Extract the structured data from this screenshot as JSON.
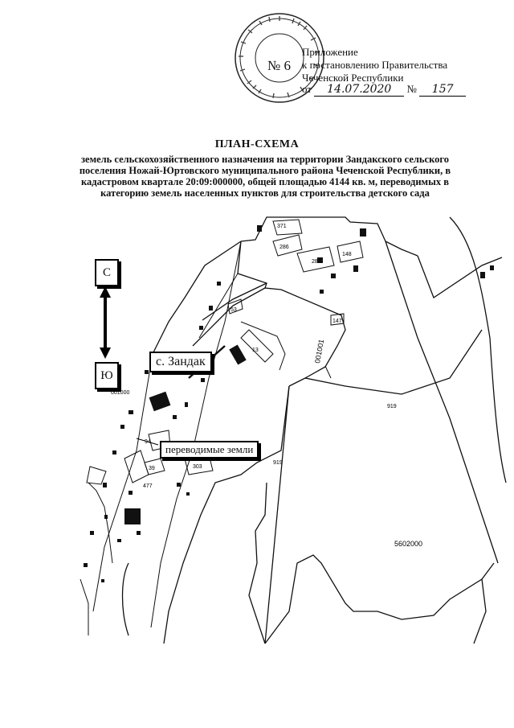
{
  "header": {
    "annex_line1": "Приложение",
    "annex_line2": "к постановлению Правительства",
    "annex_line3": "Чеченской Республики",
    "annex_number": "№ 6",
    "date_prefix": "от",
    "date_value": "14.07.2020",
    "doc_number_prefix": "№",
    "doc_number_value": "157"
  },
  "title": "ПЛАН-СХЕМА",
  "description": "земель сельскохозяйственного назначения на территории Зандакского сельского поселения Ножай-Юртовского муниципального района Чеченской Республики, в кадастровом квартале 20:09:000000, общей площадью 4144 кв. м, переводимых в категорию земель населенных пунктов для строительства детского сада",
  "map": {
    "north_label": "С",
    "south_label": "Ю",
    "village_label": "с. Зандак",
    "transferred_land_label": "переводимые земли",
    "quarter_labels": [
      "001001",
      "001000"
    ],
    "parcel_numbers": [
      "371",
      "286",
      "284",
      "148",
      "53",
      "147",
      "13",
      "919",
      "919",
      "5602000",
      "94",
      "39",
      "477",
      "303"
    ]
  }
}
